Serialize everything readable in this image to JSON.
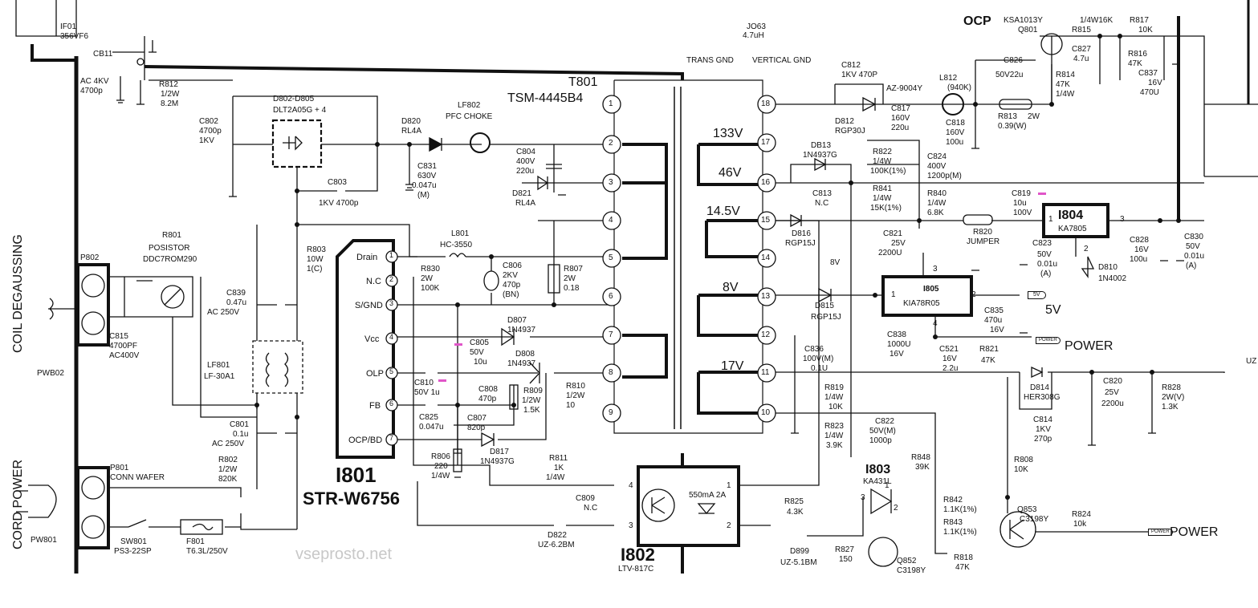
{
  "ics": {
    "i801": {
      "ref": "I801",
      "part": "STR-W6756",
      "pins": [
        "Drain",
        "N.C",
        "S/GND",
        "Vcc",
        "OLP",
        "FB",
        "OCP/BD"
      ],
      "pin_numbers": [
        "1",
        "2",
        "3",
        "4",
        "5",
        "6",
        "7"
      ]
    },
    "i802": {
      "ref": "I802",
      "part": "LTV-817C",
      "inner": "550mA 2A",
      "pins": [
        "4",
        "3",
        "1",
        "2"
      ]
    },
    "i803": {
      "ref": "I803",
      "part": "KA431L",
      "pins": [
        "3",
        "2",
        "1"
      ]
    },
    "i804": {
      "ref": "I804",
      "part": "KA7805",
      "pins": [
        "1",
        "3",
        "2"
      ]
    },
    "i805": {
      "ref": "I805",
      "part": "KIA78R05",
      "pins": [
        "1",
        "2",
        "3",
        "4"
      ]
    }
  },
  "transformer": {
    "ref": "T801",
    "part": "TSM-4445B4",
    "left_pins": [
      "1",
      "2",
      "3",
      "4",
      "5",
      "6",
      "7",
      "8",
      "9"
    ],
    "right_pins": [
      "18",
      "17",
      "16",
      "15",
      "14",
      "13",
      "12",
      "11",
      "10"
    ],
    "voltages": [
      "133V",
      "46V",
      "14.5V",
      "8V",
      "17V"
    ]
  },
  "connectors": {
    "p802": {
      "ref": "P802",
      "side": "COIL DEGAUSSING",
      "extra": "PWB02"
    },
    "p801": {
      "ref": "P801",
      "desc": "CONN WAFER",
      "side": "CORD POWER",
      "extra": "PW801"
    }
  },
  "labels": {
    "if01": [
      "IF01",
      "356VF6"
    ],
    "cb11": "CB11",
    "ac4kv": [
      "AC 4KV",
      "4700p"
    ],
    "r812": [
      "R812",
      "1/2W",
      "8.2M"
    ],
    "c802": [
      "C802",
      "4700p",
      "1KV"
    ],
    "d802": [
      "D802-D805",
      "DLT2A05G + 4"
    ],
    "d820": [
      "D820",
      "RL4A"
    ],
    "lf802": [
      "LF802",
      "PFC CHOKE"
    ],
    "c831": [
      "C831",
      "630V",
      "0.047u",
      "(M)"
    ],
    "c803": [
      "C803",
      "1KV  4700p"
    ],
    "c804": [
      "C804",
      "400V",
      "220u"
    ],
    "d821": [
      "D821",
      "RL4A"
    ],
    "r801": [
      "R801",
      "POSISTOR",
      "DDC7ROM290"
    ],
    "r803": [
      "R803",
      "10W",
      "1(C)"
    ],
    "l801": [
      "L801",
      "HC-3550"
    ],
    "r830": [
      "R830",
      "2W",
      "100K"
    ],
    "c806": [
      "C806",
      "2KV",
      "470p",
      "(BN)"
    ],
    "r807": [
      "R807",
      "2W",
      "0.18"
    ],
    "c839": [
      "C839",
      "0.47u",
      "AC 250V"
    ],
    "c815": [
      "C815",
      "4700PF",
      "AC400V"
    ],
    "lf801": [
      "LF801",
      "LF-30A1"
    ],
    "c805": [
      "C805",
      "50V",
      "10u"
    ],
    "d807": [
      "D807",
      "1N4937"
    ],
    "d808": [
      "D808",
      "1N4937"
    ],
    "c810": [
      "C810",
      "50V 1u"
    ],
    "c808": [
      "C808",
      "470p"
    ],
    "r809": [
      "R809",
      "1/2W",
      "1.5K"
    ],
    "r810": [
      "R810",
      "1/2W",
      "10"
    ],
    "c825": [
      "C825",
      "0.047u"
    ],
    "c807": [
      "C807",
      "820p"
    ],
    "d817": [
      "D817",
      "1N4937G"
    ],
    "c801": [
      "C801",
      "0.1u",
      "AC 250V"
    ],
    "r802": [
      "R802",
      "1/2W",
      "820K"
    ],
    "r806": [
      "R806",
      "220",
      "1/4W"
    ],
    "r811": [
      "R811",
      "1K",
      "1/4W"
    ],
    "c809": [
      "C809",
      "N.C"
    ],
    "sw801": [
      "SW801",
      "PS3-22SP"
    ],
    "f801": [
      "F801",
      "T6.3L/250V"
    ],
    "d822": [
      "D822",
      "UZ-6.2BM"
    ],
    "j063": [
      "JO63",
      "4.7uH"
    ],
    "trans_gnd": "TRANS GND",
    "vert_gnd": "VERTICAL GND",
    "c812": [
      "C812",
      "1KV 470P"
    ],
    "az9004": "AZ-9004Y",
    "d812": [
      "D812",
      "RGP30J"
    ],
    "c817": [
      "C817",
      "160V",
      "220u"
    ],
    "l812": [
      "L812",
      "(940K)"
    ],
    "c818": [
      "C818",
      "160V",
      "100u"
    ],
    "r813": [
      "R813",
      "2W",
      "0.39(W)"
    ],
    "ocp": "OCP",
    "q801": [
      "KSA1013Y",
      "Q801"
    ],
    "r815": [
      "1/4W16K",
      "R815"
    ],
    "r817": [
      "R817",
      "10K"
    ],
    "c826": [
      "C826",
      "50V22u"
    ],
    "c827": [
      "C827",
      "4.7u"
    ],
    "r816": [
      "R816",
      "47K"
    ],
    "r814": [
      "R814",
      "47K",
      "1/4W"
    ],
    "c837": [
      "C837",
      "16V",
      "470U"
    ],
    "d813": [
      "DB13",
      "1N4937G"
    ],
    "r822": [
      "R822",
      "1/4W",
      "100K(1%)"
    ],
    "c824": [
      "C824",
      "400V",
      "1200p(M)"
    ],
    "c813": [
      "C813",
      "N.C"
    ],
    "r841": [
      "R841",
      "1/4W",
      "15K(1%)"
    ],
    "r840": [
      "R840",
      "1/4W",
      "6.8K"
    ],
    "c819": [
      "C819",
      "10u",
      "100V"
    ],
    "d816": [
      "D816",
      "RGP15J"
    ],
    "r820": [
      "R820",
      "JUMPER"
    ],
    "c821": [
      "C821",
      "25V",
      "2200U"
    ],
    "c823": [
      "C823",
      "50V",
      "0.01u",
      "(A)"
    ],
    "c828": [
      "C828",
      "16V",
      "100u"
    ],
    "c830": [
      "C830",
      "50V",
      "0.01u",
      "(A)"
    ],
    "d810": [
      "D810",
      "1N4002"
    ],
    "d815": [
      "D815",
      "RGP15J"
    ],
    "c835": [
      "C835",
      "470u",
      "16V"
    ],
    "out5v": "5V",
    "c838": [
      "C838",
      "1000U",
      "16V"
    ],
    "c521": [
      "C521",
      "16V",
      "2.2u"
    ],
    "r821": [
      "R821",
      "47K"
    ],
    "power1": "POWER",
    "c836": [
      "C836",
      "100V(M)",
      "0.1U"
    ],
    "d814": [
      "D814",
      "HER308G"
    ],
    "c820": [
      "C820",
      "25V",
      "2200u"
    ],
    "r828": [
      "R828",
      "2W(V)",
      "1.3K"
    ],
    "c814": [
      "C814",
      "1KV",
      "270p"
    ],
    "r819": [
      "R819",
      "1/4W",
      "10K"
    ],
    "r823": [
      "R823",
      "1/4W",
      "3.9K"
    ],
    "c822": [
      "C822",
      "50V(M)",
      "1000p"
    ],
    "r848": [
      "R848",
      "39K"
    ],
    "r825": [
      "R825",
      "4.3K"
    ],
    "r842": [
      "R842",
      "1.1K(1%)"
    ],
    "r843": [
      "R843",
      "1.1K(1%)"
    ],
    "r808": [
      "R808",
      "10K"
    ],
    "q853": [
      "Q853",
      "C3198Y"
    ],
    "r824": [
      "R824",
      "10k"
    ],
    "power2": "POWER",
    "d899": [
      "D899",
      "UZ-5.1BM"
    ],
    "r827": [
      "R827",
      "150"
    ],
    "q852": [
      "Q852",
      "C3198Y"
    ],
    "r818": [
      "R818",
      "47K"
    ],
    "v8": "8V",
    "uz": "UZ",
    "tag_power": "POWER",
    "tag_5v": "5V",
    "watermark": "vseprosto.net"
  }
}
